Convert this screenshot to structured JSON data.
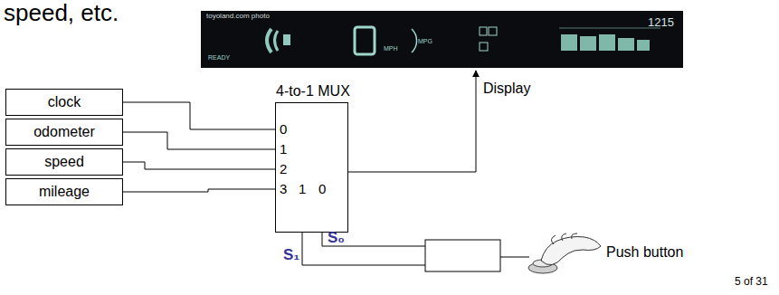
{
  "diagram": {
    "nodes": [
      {
        "text": [
          "clock"
        ]
      },
      {
        "text": [
          "odometer"
        ]
      },
      {
        "text": [
          "speed"
        ]
      },
      {
        "text": [
          "mileage"
        ]
      },
      {
        "text": [
          "4-to-1 MUX"
        ]
      }
    ],
    "edges": [
      {
        "from": 0,
        "to": 4,
        "arrow": "none"
      },
      {
        "from": 1,
        "to": 4,
        "arrow": "none"
      },
      {
        "from": 2,
        "to": 4,
        "arrow": "none"
      },
      {
        "from": 3,
        "to": 4,
        "arrow": "none"
      }
    ],
    "labels": [
      "speed, etc.",
      "toyoland.com photo",
      "READY",
      "MPH",
      "MPG",
      "1215",
      "Display",
      "0",
      "1",
      "2",
      "3",
      "1",
      "0",
      "S₁",
      "S₀",
      "Push button",
      "5 of 31"
    ]
  }
}
